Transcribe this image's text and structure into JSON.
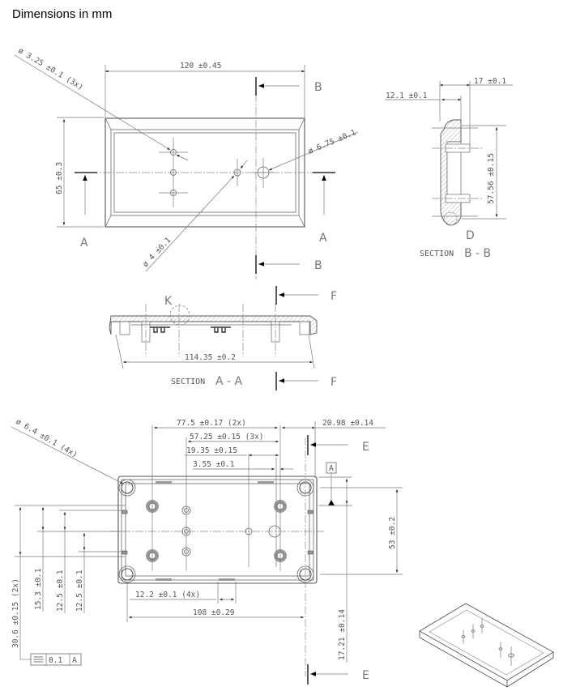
{
  "title": "Dimensions in mm",
  "top_view": {
    "width_dim": "120 ±0.45",
    "height_dim": "65 ±0.3",
    "hole_small": "ø 3.25 ±0.1 (3x)",
    "hole_mid": "ø 4 ±0.1",
    "hole_large": "ø 6.75 ±0.1",
    "section_a_left": "A",
    "section_a_right": "A",
    "section_b_top": "B",
    "section_b_bottom": "B"
  },
  "section_bb": {
    "dim_outer": "17 ±0.1",
    "dim_inner": "12.1 ±0.1",
    "dim_height": "57.56 ±0.15",
    "detail": "D",
    "caption": "SECTION",
    "caption_letters": "B - B"
  },
  "section_aa": {
    "detail": "K",
    "dim_width": "114.35 ±0.2",
    "caption": "SECTION",
    "caption_letters": "A - A",
    "section_f_top": "F",
    "section_f_bottom": "F"
  },
  "bottom_view": {
    "boss_dia": "ø 6.4 ±0.1 (4x)",
    "dim_77": "77.5 ±0.17 (2x)",
    "dim_57": "57.25 ±0.15 (3x)",
    "dim_19": "19.35 ±0.15",
    "dim_3": "3.55 ±0.1",
    "dim_20": "20.98 ±0.14",
    "dim_12_2": "12.2 ±0.1 (4x)",
    "dim_108": "108 ±0.29",
    "dim_53": "53 ±0.2",
    "dim_17_21": "17.21 ±0.14",
    "dim_30_6": "30.6 ±0.15 (2x)",
    "dim_15_3": "15.3 ±0.1",
    "dim_12_5a": "12.5 ±0.1",
    "dim_12_5b": "12.5 ±0.1",
    "datum": "A",
    "section_e_top": "E",
    "section_e_bottom": "E",
    "tolerance_frame": {
      "symbol": "symmetry",
      "value": "0.1",
      "datum": "A"
    }
  }
}
